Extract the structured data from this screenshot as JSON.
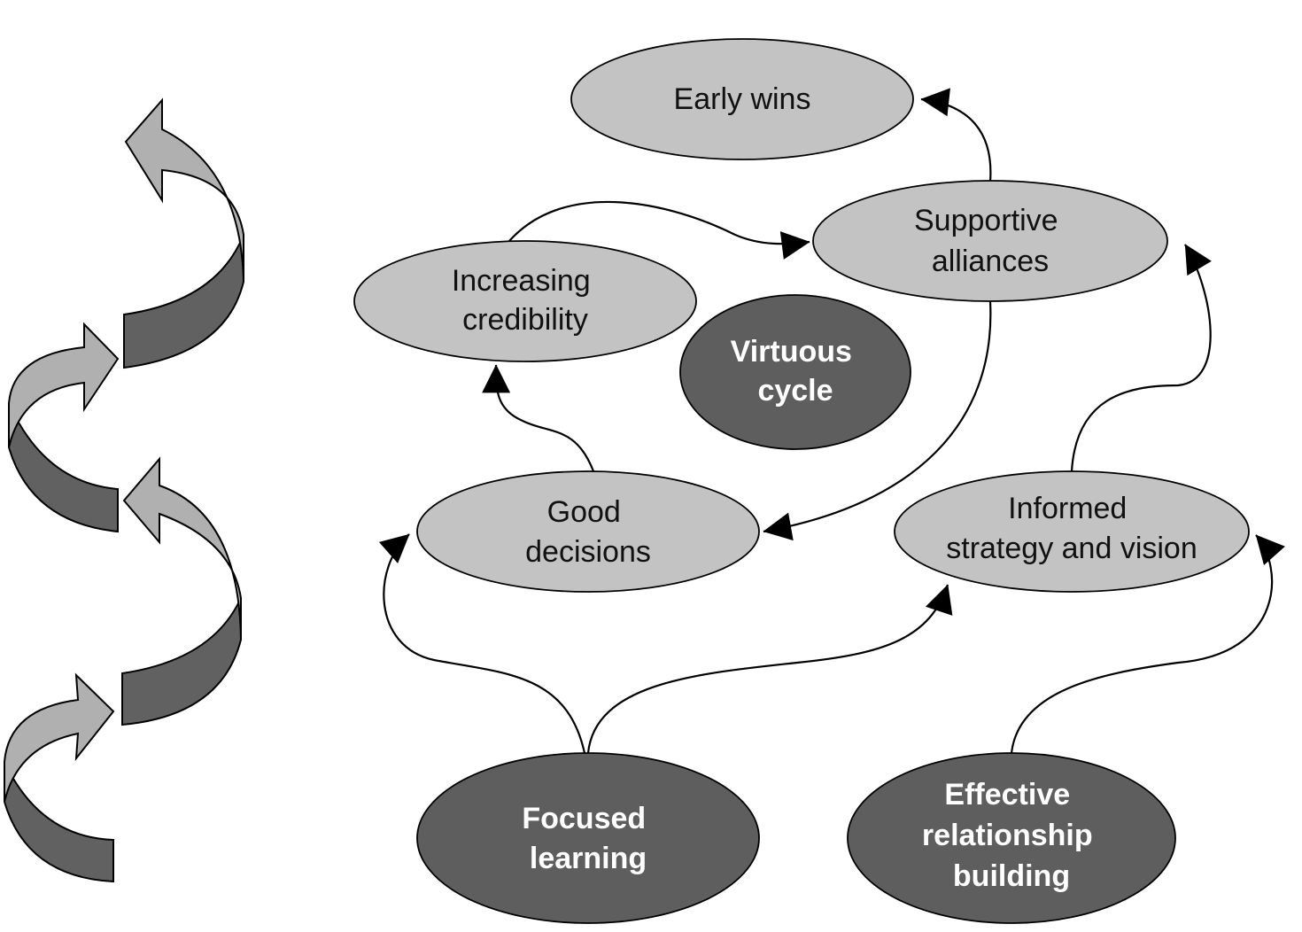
{
  "nodes": {
    "early_wins": {
      "lines": [
        "Early wins"
      ]
    },
    "supportive_alliances": {
      "lines": [
        "Supportive",
        "alliances"
      ]
    },
    "increasing_credibility": {
      "lines": [
        "Increasing",
        "credibility"
      ]
    },
    "virtuous_cycle": {
      "lines": [
        "Virtuous",
        "cycle"
      ]
    },
    "good_decisions": {
      "lines": [
        "Good",
        "decisions"
      ]
    },
    "informed_strategy": {
      "lines": [
        "Informed",
        "strategy and vision"
      ]
    },
    "focused_learning": {
      "lines": [
        "Focused",
        "learning"
      ]
    },
    "effective_relationship": {
      "lines": [
        "Effective",
        "relationship",
        "building"
      ]
    }
  },
  "colors": {
    "light_node": "#c3c3c3",
    "dark_node": "#5e5e5e",
    "spiral_light": "#b0b0b0",
    "spiral_dark": "#616161",
    "stroke": "#000000"
  }
}
